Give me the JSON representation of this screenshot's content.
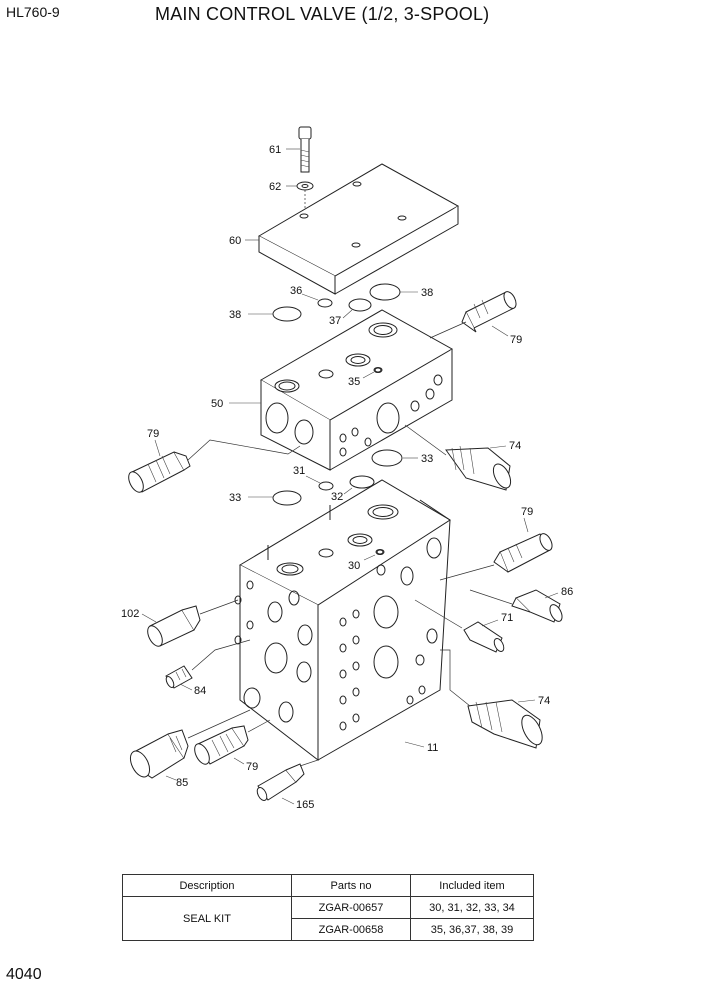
{
  "header": {
    "model": "HL760-9",
    "title": "MAIN CONTROL VALVE (1/2, 3-SPOOL)"
  },
  "page_number": "4040",
  "callouts": {
    "c61": "61",
    "c62": "62",
    "c60": "60",
    "c36": "36",
    "c38a": "38",
    "c38b": "38",
    "c37": "37",
    "c79a": "79",
    "c35": "35",
    "c50": "50",
    "c79b": "79",
    "c74a": "74",
    "c31": "31",
    "c33a": "33",
    "c33b": "33",
    "c32": "32",
    "c79c": "79",
    "c30": "30",
    "c86": "86",
    "c102": "102",
    "c71": "71",
    "c84": "84",
    "c74b": "74",
    "c11": "11",
    "c85": "85",
    "c79d": "79",
    "c165": "165"
  },
  "table": {
    "headers": [
      "Description",
      "Parts no",
      "Included item"
    ],
    "description": "SEAL KIT",
    "rows": [
      {
        "parts_no": "ZGAR-00657",
        "items": "30, 31, 32, 33, 34"
      },
      {
        "parts_no": "ZGAR-00658",
        "items": "35, 36,37, 38, 39"
      }
    ]
  }
}
